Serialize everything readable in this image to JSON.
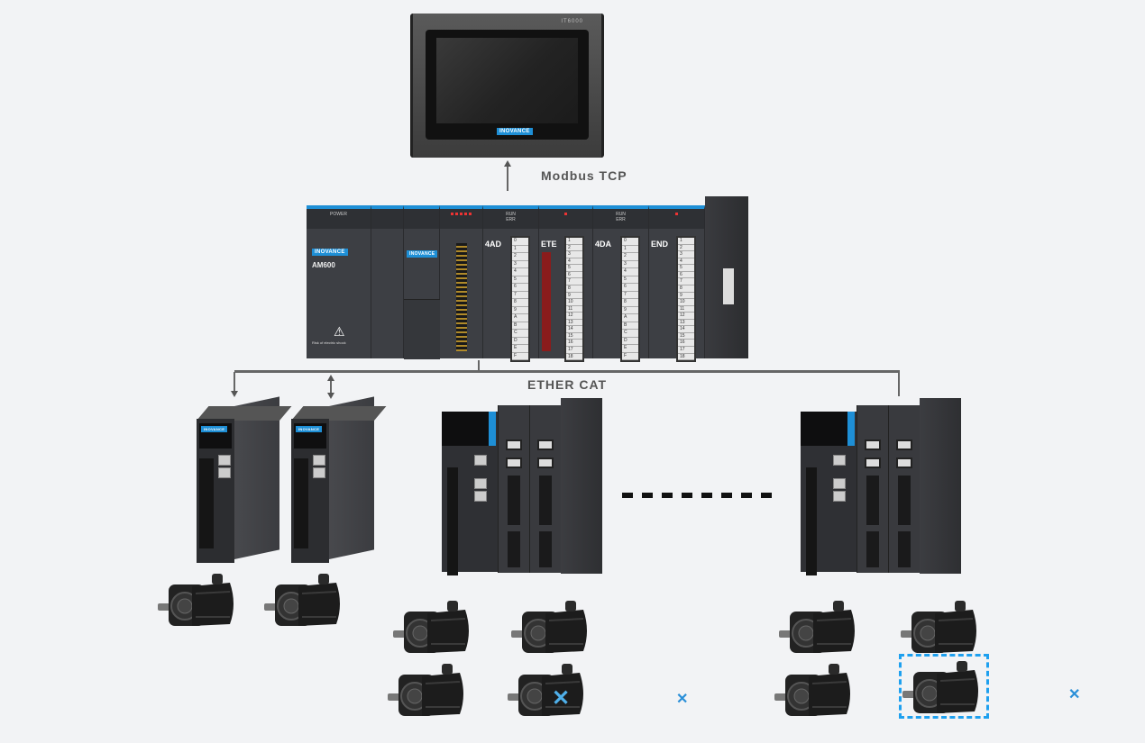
{
  "hmi": {
    "brand": "INOVANCE",
    "model": "IT6000"
  },
  "labels": {
    "modbus": "Modbus TCP",
    "ethercat": "ETHER CAT"
  },
  "plc": {
    "brand": "INOVANCE",
    "model": "AM600",
    "power_label": "POWER",
    "warning": "Risk of electric shock",
    "run": "RUN",
    "err": "ERR",
    "modules": [
      "4AD",
      "ETE",
      "4DA",
      "END"
    ],
    "terminals_hex": [
      "0",
      "1",
      "2",
      "3",
      "4",
      "5",
      "6",
      "7",
      "8",
      "9",
      "A",
      "B",
      "C",
      "D",
      "E",
      "F"
    ],
    "terminals_num": [
      "1",
      "2",
      "3",
      "4",
      "5",
      "6",
      "7",
      "8",
      "9",
      "10",
      "11",
      "12",
      "13",
      "14",
      "15",
      "16",
      "17",
      "18"
    ]
  },
  "drives": {
    "brand": "INOVANCE"
  },
  "colors": {
    "accent": "#1e8fd6",
    "selection": "#1ea0ef",
    "background": "#f2f3f5"
  }
}
